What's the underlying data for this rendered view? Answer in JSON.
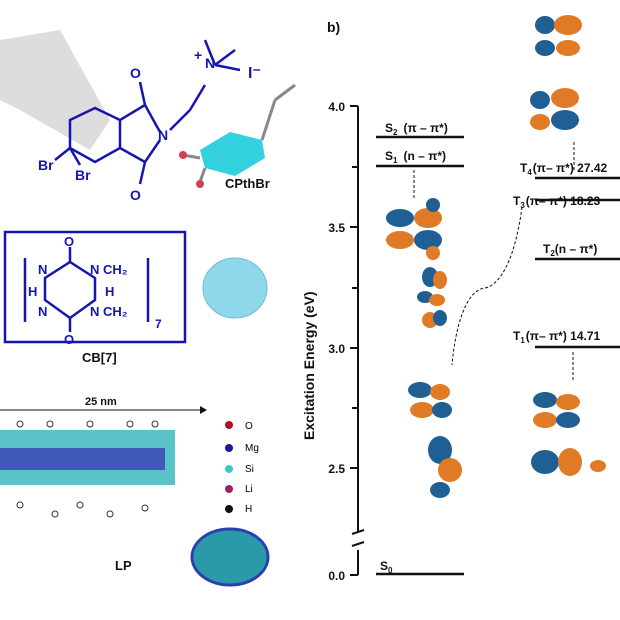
{
  "panel_label": "b)",
  "molecules": {
    "cpthbr": {
      "name": "CPthBr",
      "atoms": [
        "O",
        "O",
        "N",
        "N",
        "Br",
        "Br",
        "+",
        "I⁻"
      ]
    },
    "cb7": {
      "name": "CB[7]",
      "atoms": [
        "O",
        "O",
        "N",
        "N",
        "N",
        "N",
        "H",
        "H",
        "CH₂",
        "CH₂"
      ],
      "subscript": "7"
    },
    "lp": {
      "name": "LP",
      "scale": "25 nm",
      "legend": [
        "O",
        "Mg",
        "Si",
        "Li",
        "H"
      ]
    }
  },
  "colors": {
    "O": "#b01020",
    "Mg": "#1a1a9a",
    "Si": "#3cc8c8",
    "Li": "#a0206a",
    "H": "#111111",
    "orbital_pos": "#1f5f94",
    "orbital_neg": "#e07a25"
  },
  "axis": {
    "ylabel": "Excitation Energy (eV)",
    "ticks": [
      "4.0",
      "3.5",
      "3.0",
      "2.5",
      "0.0"
    ]
  },
  "levels": {
    "S2": {
      "label": "S",
      "sub": "2",
      "desc": "(π – π*)",
      "energy": 3.9
    },
    "S1": {
      "label": "S",
      "sub": "1",
      "desc": "(n – π*)",
      "energy": 3.78
    },
    "T4": {
      "label": "T",
      "sub": "4",
      "desc": "(π– π*) 27.42",
      "energy": 3.73
    },
    "T3": {
      "label": "T",
      "sub": "3",
      "desc": "(π– π*)  18.23",
      "energy": 3.64
    },
    "T2": {
      "label": "T",
      "sub": "2",
      "desc": "(n – π*)",
      "energy": 3.4
    },
    "T1": {
      "label": "T",
      "sub": "1",
      "desc": "(π– π*) 14.71",
      "energy": 3.0
    },
    "S0": {
      "label": "S",
      "sub": "0",
      "desc": "",
      "energy": 0.0
    }
  }
}
